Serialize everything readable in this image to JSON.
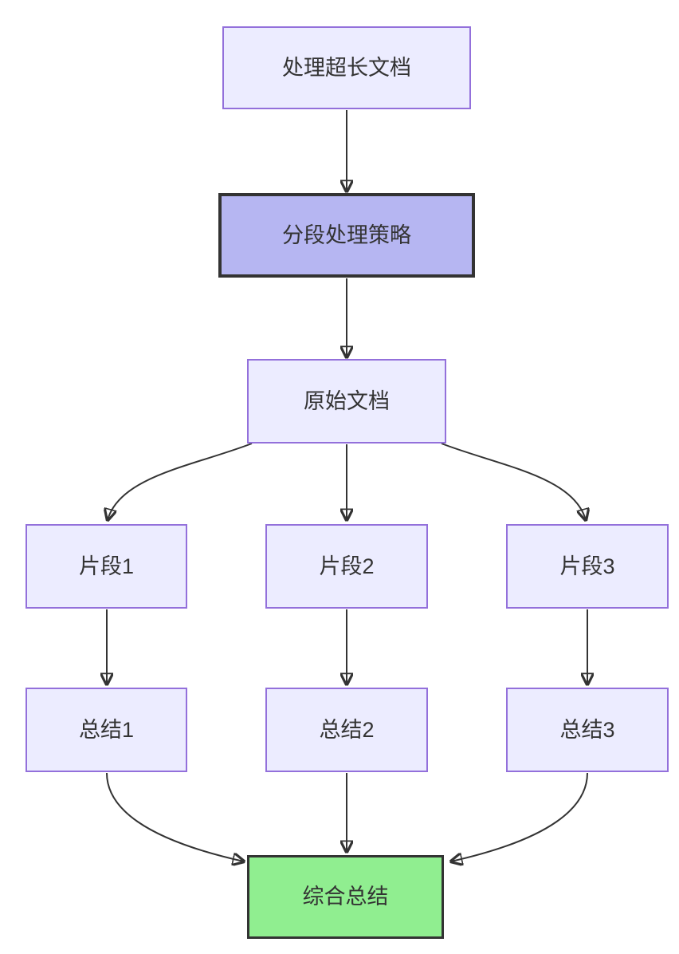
{
  "diagram": {
    "type": "flowchart",
    "direction": "top-down",
    "nodes": [
      {
        "id": "A",
        "label": "处理超长文档",
        "style": "default"
      },
      {
        "id": "B",
        "label": "分段处理策略",
        "style": "emphasis"
      },
      {
        "id": "C",
        "label": "原始文档",
        "style": "default"
      },
      {
        "id": "D",
        "label": "片段1",
        "style": "default"
      },
      {
        "id": "E",
        "label": "片段2",
        "style": "default"
      },
      {
        "id": "F",
        "label": "片段3",
        "style": "default"
      },
      {
        "id": "G",
        "label": "总结1",
        "style": "default"
      },
      {
        "id": "H",
        "label": "总结2",
        "style": "default"
      },
      {
        "id": "I",
        "label": "总结3",
        "style": "default"
      },
      {
        "id": "J",
        "label": "综合总结",
        "style": "success"
      }
    ],
    "edges": [
      {
        "from": "A",
        "to": "B"
      },
      {
        "from": "B",
        "to": "C"
      },
      {
        "from": "C",
        "to": "D"
      },
      {
        "from": "C",
        "to": "E"
      },
      {
        "from": "C",
        "to": "F"
      },
      {
        "from": "D",
        "to": "G"
      },
      {
        "from": "E",
        "to": "H"
      },
      {
        "from": "F",
        "to": "I"
      },
      {
        "from": "G",
        "to": "J"
      },
      {
        "from": "H",
        "to": "J"
      },
      {
        "from": "I",
        "to": "J"
      }
    ],
    "colors": {
      "node_fill": "#ECECFF",
      "node_border": "#9370DB",
      "emphasis_fill": "#b6b6f2",
      "emphasis_border": "#333333",
      "success_fill": "#90EE90",
      "success_border": "#333333",
      "edge": "#333333",
      "text": "#333333",
      "background": "#ffffff"
    }
  }
}
